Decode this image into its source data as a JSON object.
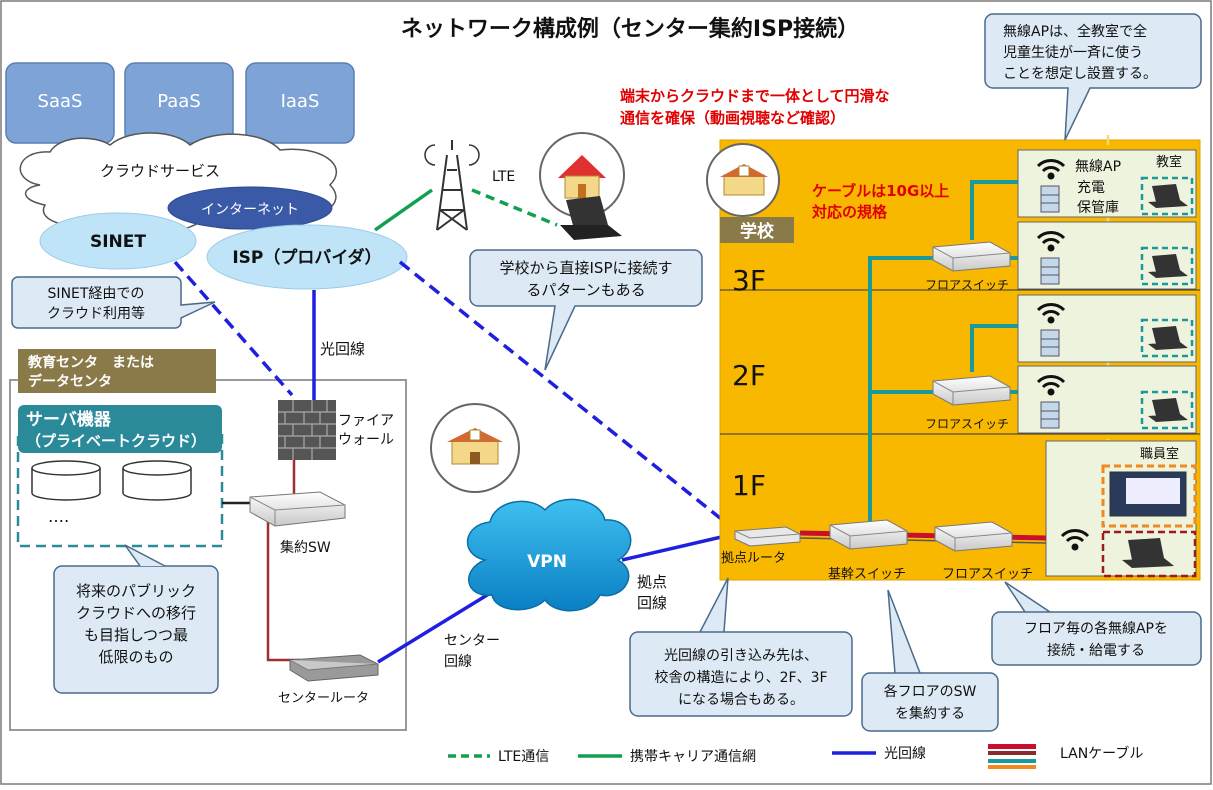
{
  "title": "ネットワーク構成例（センター集約ISP接続）",
  "cloud": {
    "saas": "SaaS",
    "paas": "PaaS",
    "iaas": "IaaS",
    "service": "クラウドサービス",
    "internet": "インターネット",
    "sinet": "SINET",
    "isp": "ISP（プロバイダ）"
  },
  "callouts": {
    "sinet_via": [
      "SINET経由での",
      "クラウド利用等"
    ],
    "wireless_ap": [
      "無線APは、全教室で全",
      "児童生徒が一斉に使う",
      "ことを想定し設置する。"
    ],
    "direct_isp": [
      "学校から直接ISPに接続す",
      "るパターンもある"
    ],
    "public_cloud": [
      "将来のパブリック",
      "クラウドへの移行",
      "も目指しつつ最",
      "低限のもの"
    ],
    "fiber_entry": [
      "光回線の引き込み先は、",
      "校舎の構造により、2F、3F",
      "になる場合もある。"
    ],
    "floor_sw": [
      "各フロアのSW",
      "を集約する"
    ],
    "per_floor_ap": [
      "フロア毎の各無線APを",
      "接続・給電する"
    ]
  },
  "red_note": [
    "端末からクラウドまで一体として円滑な",
    "通信を確保（動画視聴など確認）"
  ],
  "cable_note": [
    "ケーブルは10G以上",
    "対応の規格"
  ],
  "center": {
    "label": [
      "教育センタ　または",
      "データセンタ"
    ],
    "server_title": [
      "サーバ機器",
      "（プライベートクラウド）"
    ],
    "dots": "‥‥",
    "firewall": [
      "ファイア",
      "ウォール"
    ],
    "agg_sw": "集約SW",
    "center_router": "センタールータ",
    "center_line": [
      "センター",
      "回線"
    ]
  },
  "links": {
    "fiber": "光回線",
    "lte": "LTE",
    "vpn": "VPN",
    "base_line": [
      "拠点",
      "回線"
    ]
  },
  "school": {
    "label": "学校",
    "floors": [
      "3F",
      "2F",
      "1F"
    ],
    "wap": "無線AP",
    "charging": [
      "充電",
      "保管庫"
    ],
    "classroom": "教室",
    "staff_room": "職員室",
    "floor_switch": "フロアスイッチ",
    "core_switch": "基幹スイッチ",
    "base_router": "拠点ルータ"
  },
  "legend": {
    "lte": "LTE通信",
    "carrier": "携帯キャリア通信網",
    "fiber": "光回線",
    "lan": "LANケーブル"
  },
  "colors": {
    "school_bg": "#f9b800",
    "fiber": "#1f1fe0",
    "lte": "#10a050",
    "lan_red": "#c8102e",
    "teal": "#1a9a9a"
  }
}
